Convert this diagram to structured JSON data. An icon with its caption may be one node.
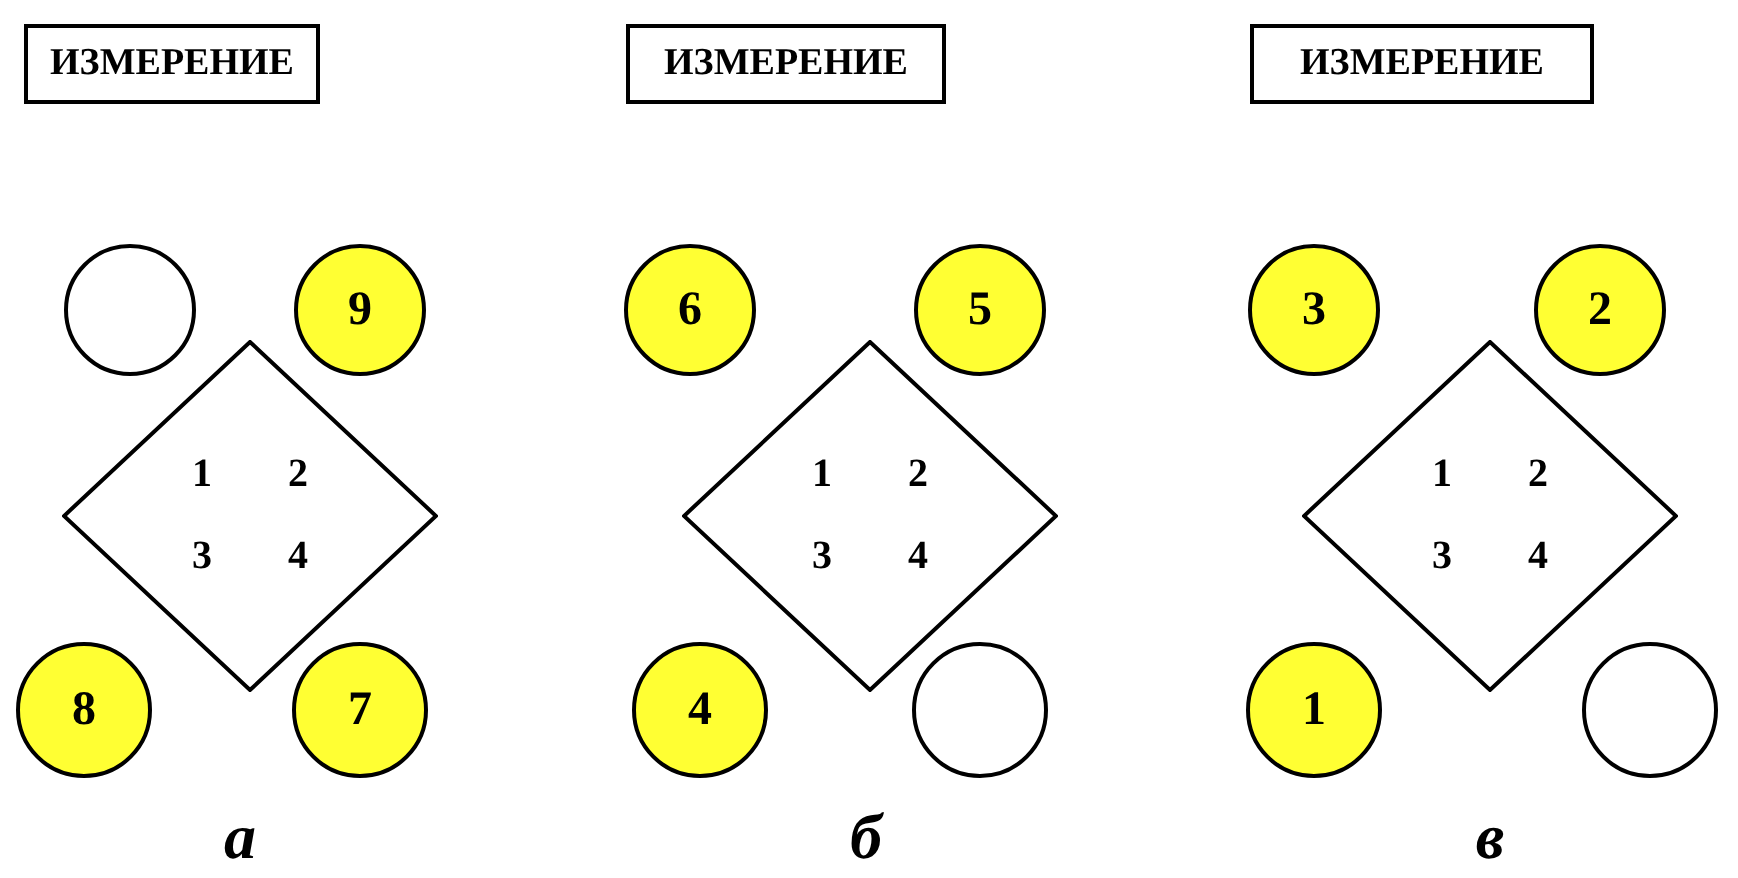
{
  "diagram": {
    "nodes": [
      {
        "text": [
          "ИЗМЕРЕНИЕ"
        ]
      },
      {
        "text": [],
        "shape": "circle"
      },
      {
        "text": [
          "9"
        ]
      },
      {
        "text": [
          "1",
          "2",
          "3",
          "4"
        ]
      },
      {
        "text": [
          "8"
        ]
      },
      {
        "text": [
          "7"
        ]
      },
      {
        "text": [
          "ИЗМЕРЕНИЕ"
        ]
      },
      {
        "text": [
          "6"
        ]
      },
      {
        "text": [
          "5"
        ]
      },
      {
        "text": [
          "1",
          "2",
          "3",
          "4"
        ]
      },
      {
        "text": [
          "4"
        ]
      },
      {
        "text": [],
        "shape": "circle"
      },
      {
        "text": [
          "ИЗМЕРЕНИЕ"
        ]
      },
      {
        "text": [
          "3"
        ]
      },
      {
        "text": [
          "2"
        ]
      },
      {
        "text": [
          "1",
          "2",
          "3",
          "4"
        ]
      },
      {
        "text": [
          "1"
        ]
      },
      {
        "text": [],
        "shape": "circle"
      }
    ],
    "labels": [
      "а",
      "б",
      "в"
    ]
  }
}
